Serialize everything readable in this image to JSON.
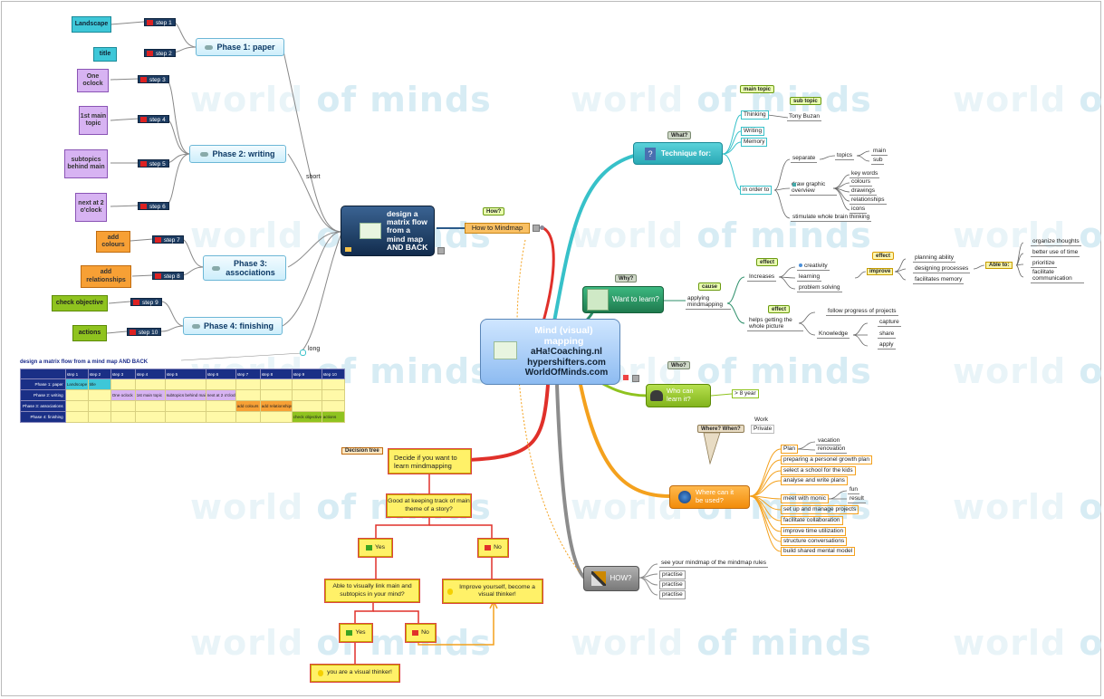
{
  "central": {
    "title": "Mind (visual) mapping",
    "line2": "aHa!Coaching.nl",
    "line3": "hypershifters.com",
    "line4": "WorldOfMinds.com"
  },
  "watermark": "world of minds",
  "howto": {
    "tag": "How?",
    "label": "How to Mindmap"
  },
  "design": {
    "label": "design a matrix flow from a mind map AND BACK",
    "short": "short",
    "long": "long"
  },
  "phases": [
    {
      "label": "Phase 1: paper",
      "items": [
        {
          "label": "Landscape",
          "step": "step 1"
        },
        {
          "label": "title",
          "step": "step 2"
        }
      ]
    },
    {
      "label": "Phase 2: writing",
      "items": [
        {
          "label": "One oclock",
          "step": "step 3"
        },
        {
          "label": "1st main topic",
          "step": "step 4"
        },
        {
          "label": "subtopics behind main",
          "step": "step 5"
        },
        {
          "label": "next at 2 o'clock",
          "step": "step 6"
        }
      ]
    },
    {
      "label": "Phase 3: associations",
      "items": [
        {
          "label": "add colours",
          "step": "step 7"
        },
        {
          "label": "add relationships",
          "step": "step 8"
        }
      ]
    },
    {
      "label": "Phase 4: finishing",
      "items": [
        {
          "label": "check objective",
          "step": "step 9"
        },
        {
          "label": "actions",
          "step": "step 10"
        }
      ]
    }
  ],
  "matrix": {
    "title": "design a matrix flow from a mind map AND BACK",
    "headers": [
      "",
      "step 1",
      "step 2",
      "step 3",
      "step 4",
      "step 5",
      "step 6",
      "step 7",
      "step 8",
      "step 9",
      "step 10"
    ],
    "rows": [
      {
        "label": "Phase 1: paper",
        "cells": {
          "1": "Landscape",
          "2": "title"
        }
      },
      {
        "label": "Phase 2: writing",
        "cells": {
          "3": "One oclock",
          "4": "1st main topic",
          "5": "subtopics behind main",
          "6": "next at 2 o'clock"
        }
      },
      {
        "label": "Phase 3: associations",
        "cells": {
          "7": "add colours",
          "8": "add relationships"
        }
      },
      {
        "label": "Phase 4: finishing",
        "cells": {
          "9": "check objective",
          "10": "actions"
        }
      }
    ]
  },
  "technique": {
    "tag": "What?",
    "label": "Technique for:",
    "main_topic_tag": "main topic",
    "sub_topic_tag": "sub topic",
    "thinking": "Thinking",
    "tony": "Tony Buzan",
    "writing": "Writing",
    "memory": "Memory",
    "inorder": "in order to",
    "separate": "separate",
    "topics": "topics",
    "main": "main",
    "sub": "sub",
    "draw": "draw graphic overview",
    "kw": "key words",
    "colours": "colours",
    "drawings": "drawings",
    "relationships": "relationships",
    "icons": "icons",
    "stimulate": "stimulate whole brain thinking"
  },
  "learn": {
    "tag": "Why?",
    "label": "Want to learn?",
    "cause_tag": "cause",
    "applying": "applying mindmapping",
    "effect": "effect",
    "increases": "Increases",
    "creativity": "creativity",
    "learning": "learning",
    "problem": "problem solving",
    "improve": "improve",
    "planning": "planning ability",
    "designing": "designing processes",
    "facilitates": "facilitates memory",
    "able": "Able to:",
    "organize": "organize thoughts",
    "better": "better use of time",
    "prioritize": "prioritize",
    "facilitate": "facilitate communication",
    "helps": "helps getting the whole picture",
    "follow": "follow progress of projects",
    "knowledge": "Knowledge",
    "capture": "capture",
    "share": "share",
    "apply": "apply"
  },
  "who": {
    "tag": "Who?",
    "label": "Who can learn it?",
    "age": "> 8 year"
  },
  "where": {
    "tag": "Where? When?",
    "work": "Work",
    "private": "Private",
    "label": "Where can it be used?",
    "plan": "Plan",
    "vacation": "vacation",
    "renovation": "renovation",
    "items": [
      "preparing a personel growth plan",
      "select a school for the kids",
      "analyse and write plans",
      "meet with monic",
      "set up and manage projects",
      "facilitate collaboration",
      "improve time utilization",
      "structure conversations",
      "build shared mental model"
    ],
    "fun": "fun",
    "result": "result"
  },
  "how": {
    "label": "HOW?",
    "items": [
      "see your mindmap of the mindmap rules",
      "practise",
      "practise",
      "practise"
    ]
  },
  "decision": {
    "tag": "Decision tree",
    "decide": "Decide if you want to learn mindmapping",
    "good": "Good at keeping track of main theme of a story?",
    "yes": "Yes",
    "no": "No",
    "able": "Able to visually link main and subtopics in your mind?",
    "improve": "Improve yourself, become a visual thinker!",
    "visual": "you are a visual thinker!"
  },
  "colors": {
    "teal": "#37c1c9",
    "red": "#e0302a",
    "green": "#8fc31f",
    "orange": "#f4a11d",
    "gray": "#8c8c8c",
    "navy": "#1c3e66"
  }
}
